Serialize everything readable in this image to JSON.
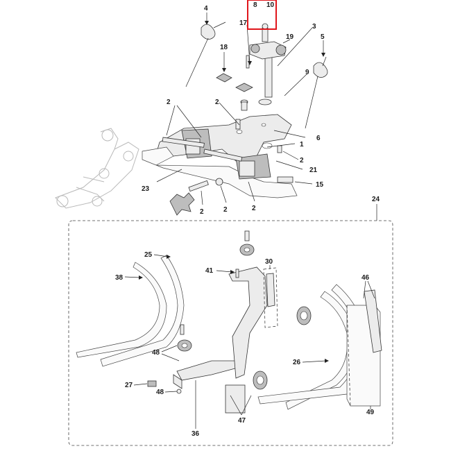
{
  "diagram": {
    "highlight_color": "#e0151b",
    "callouts": [
      {
        "id": "c4",
        "label": "4"
      },
      {
        "id": "c8",
        "label": "8"
      },
      {
        "id": "c10",
        "label": "10"
      },
      {
        "id": "c17",
        "label": "17"
      },
      {
        "id": "c19",
        "label": "19"
      },
      {
        "id": "c3",
        "label": "3"
      },
      {
        "id": "c5",
        "label": "5"
      },
      {
        "id": "c18",
        "label": "18"
      },
      {
        "id": "c9",
        "label": "9"
      },
      {
        "id": "c2a",
        "label": "2"
      },
      {
        "id": "c2b",
        "label": "2"
      },
      {
        "id": "c6",
        "label": "6"
      },
      {
        "id": "c1",
        "label": "1"
      },
      {
        "id": "c2c",
        "label": "2"
      },
      {
        "id": "c21",
        "label": "21"
      },
      {
        "id": "c23",
        "label": "23"
      },
      {
        "id": "c15",
        "label": "15"
      },
      {
        "id": "c2d",
        "label": "2"
      },
      {
        "id": "c2e",
        "label": "2"
      },
      {
        "id": "c2f",
        "label": "2"
      },
      {
        "id": "c24",
        "label": "24"
      },
      {
        "id": "c25",
        "label": "25"
      },
      {
        "id": "c41",
        "label": "41"
      },
      {
        "id": "c30",
        "label": "30"
      },
      {
        "id": "c38",
        "label": "38"
      },
      {
        "id": "c46",
        "label": "46"
      },
      {
        "id": "c48a",
        "label": "48"
      },
      {
        "id": "c26",
        "label": "26"
      },
      {
        "id": "c27",
        "label": "27"
      },
      {
        "id": "c48b",
        "label": "48"
      },
      {
        "id": "c47",
        "label": "47"
      },
      {
        "id": "c49",
        "label": "49"
      },
      {
        "id": "c36",
        "label": "36"
      }
    ]
  }
}
